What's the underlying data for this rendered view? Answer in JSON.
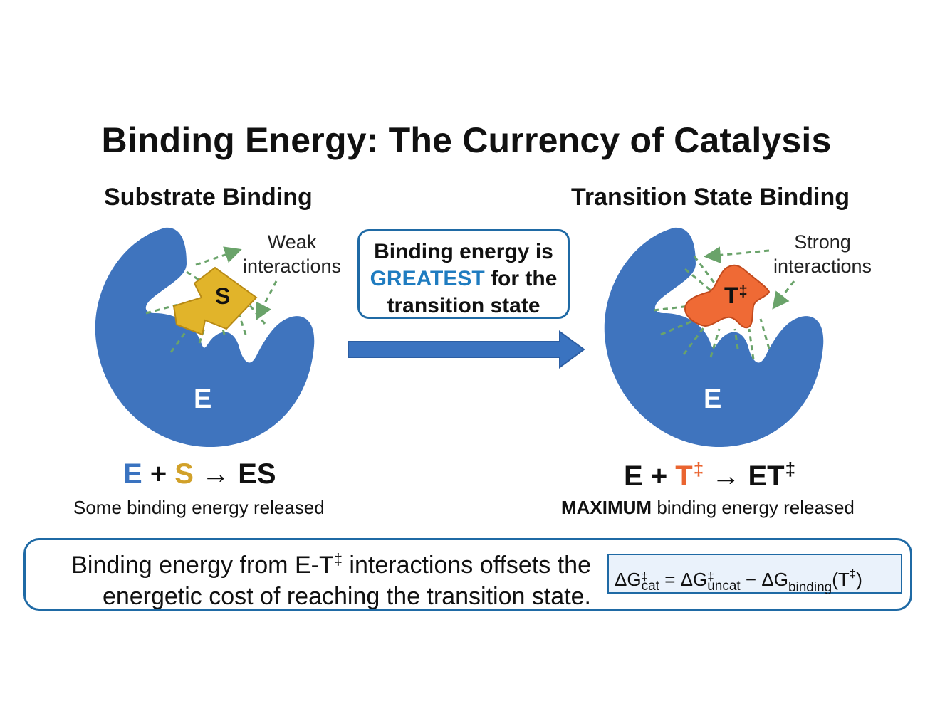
{
  "title": "Binding Energy: The Currency of Catalysis",
  "left_panel": {
    "title": "Substrate Binding",
    "callout": [
      "Weak",
      "interactions"
    ],
    "enzyme_label": "E",
    "ligand_label": "S",
    "equation": {
      "e": "E",
      "plus": "+",
      "ligand": "S",
      "arrow": "→",
      "product": "ES"
    },
    "caption": "Some binding energy released",
    "colors": {
      "enzyme": "#3f74be",
      "ligand": "#e1b42a"
    }
  },
  "middle_box": {
    "line1": "Binding energy is",
    "highlight": "GREATEST",
    "line2_rest": "for the",
    "line3": "transition state"
  },
  "right_panel": {
    "title": "Transition State Binding",
    "callout": [
      "Strong",
      "interactions"
    ],
    "enzyme_label": "E",
    "ligand_label": "T",
    "dagger": "‡",
    "equation": {
      "e": "E",
      "plus": "+",
      "ligand": "T",
      "arrow": "→",
      "product": "ET"
    },
    "caption_bold": "MAXIMUM",
    "caption_rest": "binding energy released",
    "colors": {
      "enzyme": "#3f74be",
      "ligand": "#ef6a35"
    }
  },
  "summary": {
    "line1_pre": "Binding energy from E-T",
    "line1_post": "interactions offsets the",
    "line2": "energetic cost of reaching the transition state."
  },
  "formula": {
    "delta_g": "ΔG",
    "cat": "cat",
    "equals": "=",
    "uncat": "uncat",
    "minus": "−",
    "binding": "binding",
    "t": "T",
    "open": "(",
    "close": ")"
  },
  "accent_color": "#1f6aa5"
}
